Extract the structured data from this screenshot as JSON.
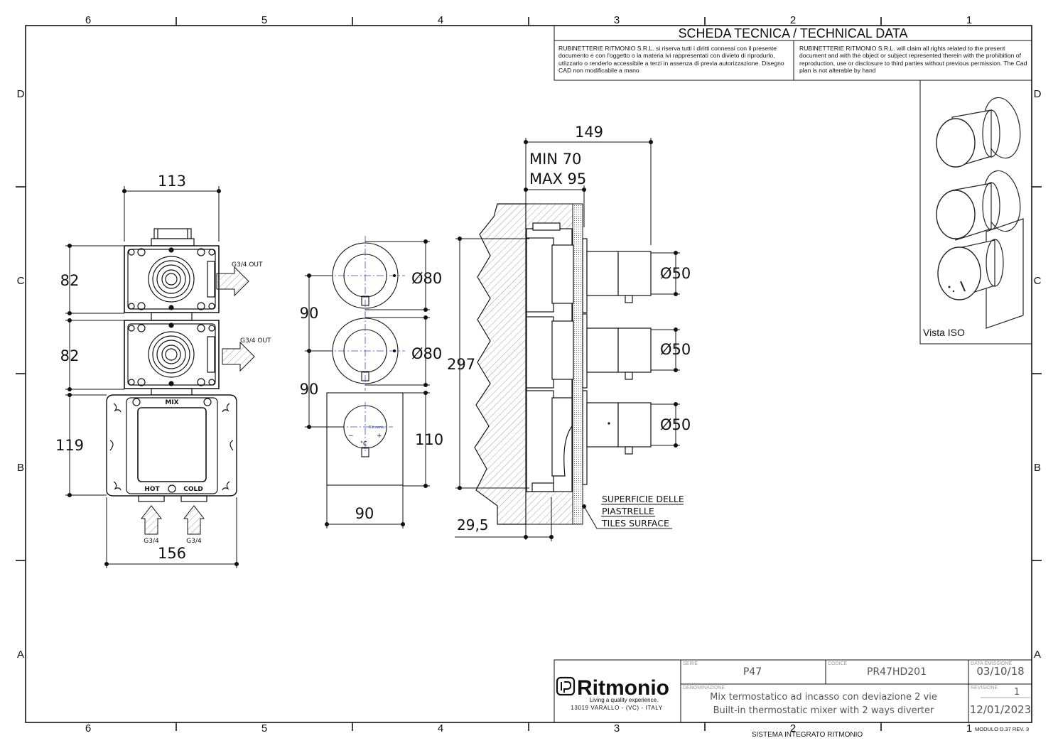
{
  "frame": {
    "col_labels": [
      "6",
      "5",
      "4",
      "3",
      "2",
      "1"
    ],
    "row_labels": [
      "D",
      "C",
      "B",
      "A"
    ]
  },
  "header": {
    "title": "SCHEDA TECNICA / TECHNICAL DATA",
    "legal_it": "RUBINETTERIE RITMONIO S.R.L. si riserva tutti i diritti connessi con il presente documento e con l'oggetto o la materia ivi rappresentati con divieto di riprodurlo, utlizzarlo o renderlo accessibile a terzi in assenza di previa autorizzazione. Disegno CAD non modificabile a mano",
    "legal_en": "RUBINETTERIE RITMONIO S.R.L. will claim all rights related to the present document and with the object or subject represented therein with the prohibition  of reproduction, use or disclosure to third parties without previous permission.  The Cad plan is not alterable by hand"
  },
  "iso_view": {
    "label": "Vista ISO"
  },
  "body_view": {
    "dim_width": "113",
    "dim_upper": "82",
    "dim_middle": "82",
    "dim_lower": "119",
    "dim_base": "156",
    "outlet_1": "G3/4 OUT",
    "outlet_2": "G3/4 OUT",
    "label_mix": "MIX",
    "label_hot": "HOT",
    "label_cold": "COLD",
    "inlet_hot": "G3/4",
    "inlet_cold": "G3/4"
  },
  "front_view": {
    "dim_spacing_1": "90",
    "dim_spacing_2": "90",
    "dim_dia_1": "Ø80",
    "dim_dia_2": "Ø80",
    "dim_plate_height": "110",
    "dim_plate_width": "90",
    "brand_small": "Ritmonio",
    "minus": "−",
    "plus": "+",
    "degree": "°C"
  },
  "side_view": {
    "dim_depth": "149",
    "min_label": "MIN 70",
    "max_label": "MAX 95",
    "dim_height": "297",
    "dim_dia_1": "Ø50",
    "dim_dia_2": "Ø50",
    "dim_dia_3": "Ø50",
    "dim_offset": "29,5",
    "surface_label_1": "SUPERFICIE DELLE",
    "surface_label_2": "PIASTRELLE",
    "surface_label_3": "TILES SURFACE"
  },
  "title_block": {
    "brand": "Ritmonio",
    "tagline": "Living a quality experience.",
    "address": "13019 VARALLO - (VC) - ITALY",
    "serie_label": "SERIE",
    "serie": "P47",
    "codice_label": "CODICE",
    "codice": "PR47HD201",
    "data_label": "DATA EMISSIONE",
    "data_emissione": "03/10/18",
    "denominazione_label": "DENOMINAZIONE",
    "desc_it": "Mix termostatico ad incasso con deviazione 2 vie",
    "desc_en": "Built-in thermostatic mixer with 2 ways diverter",
    "revisione_label": "REVISIONE",
    "revisione": "1",
    "revision_date": "12/01/2023",
    "sistema": "SISTEMA INTEGRATO RITMONIO",
    "modulo": "MODULO D.37 REV. 3"
  }
}
